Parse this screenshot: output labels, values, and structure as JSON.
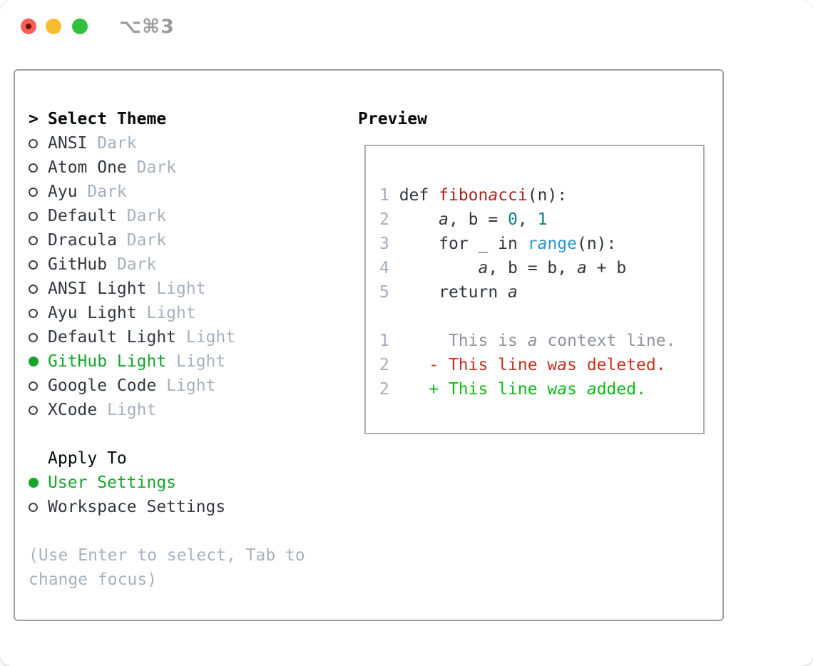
{
  "window": {
    "title_shortcut": "⌥⌘3",
    "traffic_lights": [
      "close",
      "minimize",
      "zoom"
    ]
  },
  "colors": {
    "accent_green": "#17a52e",
    "diff_added_green": "#0cbb16",
    "diff_deleted_red": "#c5301f",
    "function_red": "#a8241e",
    "builtin_blue": "#2b98d1",
    "number_teal": "#0f7e82",
    "muted_gray": "#a7b1bd",
    "text_dark": "#30363d"
  },
  "panel": {
    "select_theme": {
      "prompt_char": ">",
      "title": "Select Theme"
    },
    "themes": [
      {
        "name": "ANSI",
        "variant": "Dark",
        "selected": false
      },
      {
        "name": "Atom One",
        "variant": "Dark",
        "selected": false
      },
      {
        "name": "Ayu",
        "variant": "Dark",
        "selected": false
      },
      {
        "name": "Default",
        "variant": "Dark",
        "selected": false
      },
      {
        "name": "Dracula",
        "variant": "Dark",
        "selected": false
      },
      {
        "name": "GitHub",
        "variant": "Dark",
        "selected": false
      },
      {
        "name": "ANSI Light",
        "variant": "Light",
        "selected": false
      },
      {
        "name": "Ayu Light",
        "variant": "Light",
        "selected": false
      },
      {
        "name": "Default Light",
        "variant": "Light",
        "selected": false
      },
      {
        "name": "GitHub Light",
        "variant": "Light",
        "selected": true
      },
      {
        "name": "Google Code",
        "variant": "Light",
        "selected": false
      },
      {
        "name": "XCode",
        "variant": "Light",
        "selected": false
      }
    ],
    "apply_to": {
      "title": "Apply To",
      "options": [
        {
          "label": "User Settings",
          "selected": true
        },
        {
          "label": "Workspace Settings",
          "selected": false
        }
      ]
    },
    "hint": "(Use Enter to select, Tab to change focus)"
  },
  "preview": {
    "title": "Preview",
    "lines": [
      {
        "kind": "code",
        "tokens": [
          [
            "1 ",
            "num"
          ],
          [
            "def ",
            "fg"
          ],
          [
            "fibonacci",
            "red"
          ],
          [
            "(n):",
            "fg"
          ]
        ]
      },
      {
        "kind": "code",
        "tokens": [
          [
            "2 ",
            "num"
          ],
          [
            "    a, b = ",
            "fg"
          ],
          [
            "0",
            "teal"
          ],
          [
            ", ",
            "fg"
          ],
          [
            "1",
            "teal"
          ]
        ]
      },
      {
        "kind": "code",
        "tokens": [
          [
            "3 ",
            "num"
          ],
          [
            "    for _ in ",
            "fg"
          ],
          [
            "range",
            "blue"
          ],
          [
            "(n):",
            "fg"
          ]
        ]
      },
      {
        "kind": "code",
        "tokens": [
          [
            "4 ",
            "num"
          ],
          [
            "        a, b = b, a + b",
            "fg"
          ]
        ]
      },
      {
        "kind": "code",
        "tokens": [
          [
            "5 ",
            "num"
          ],
          [
            "    return a",
            "fg"
          ]
        ]
      },
      {
        "kind": "blank",
        "tokens": []
      },
      {
        "kind": "diff-context",
        "tokens": [
          [
            "1 ",
            "num"
          ],
          [
            "     This is a context line.",
            "gray"
          ]
        ]
      },
      {
        "kind": "diff-deleted",
        "tokens": [
          [
            "2 ",
            "num"
          ],
          [
            "   - This line was deleted.",
            "red2"
          ]
        ]
      },
      {
        "kind": "diff-added",
        "tokens": [
          [
            "2 ",
            "num"
          ],
          [
            "   + This line was added.",
            "green"
          ]
        ]
      }
    ]
  }
}
